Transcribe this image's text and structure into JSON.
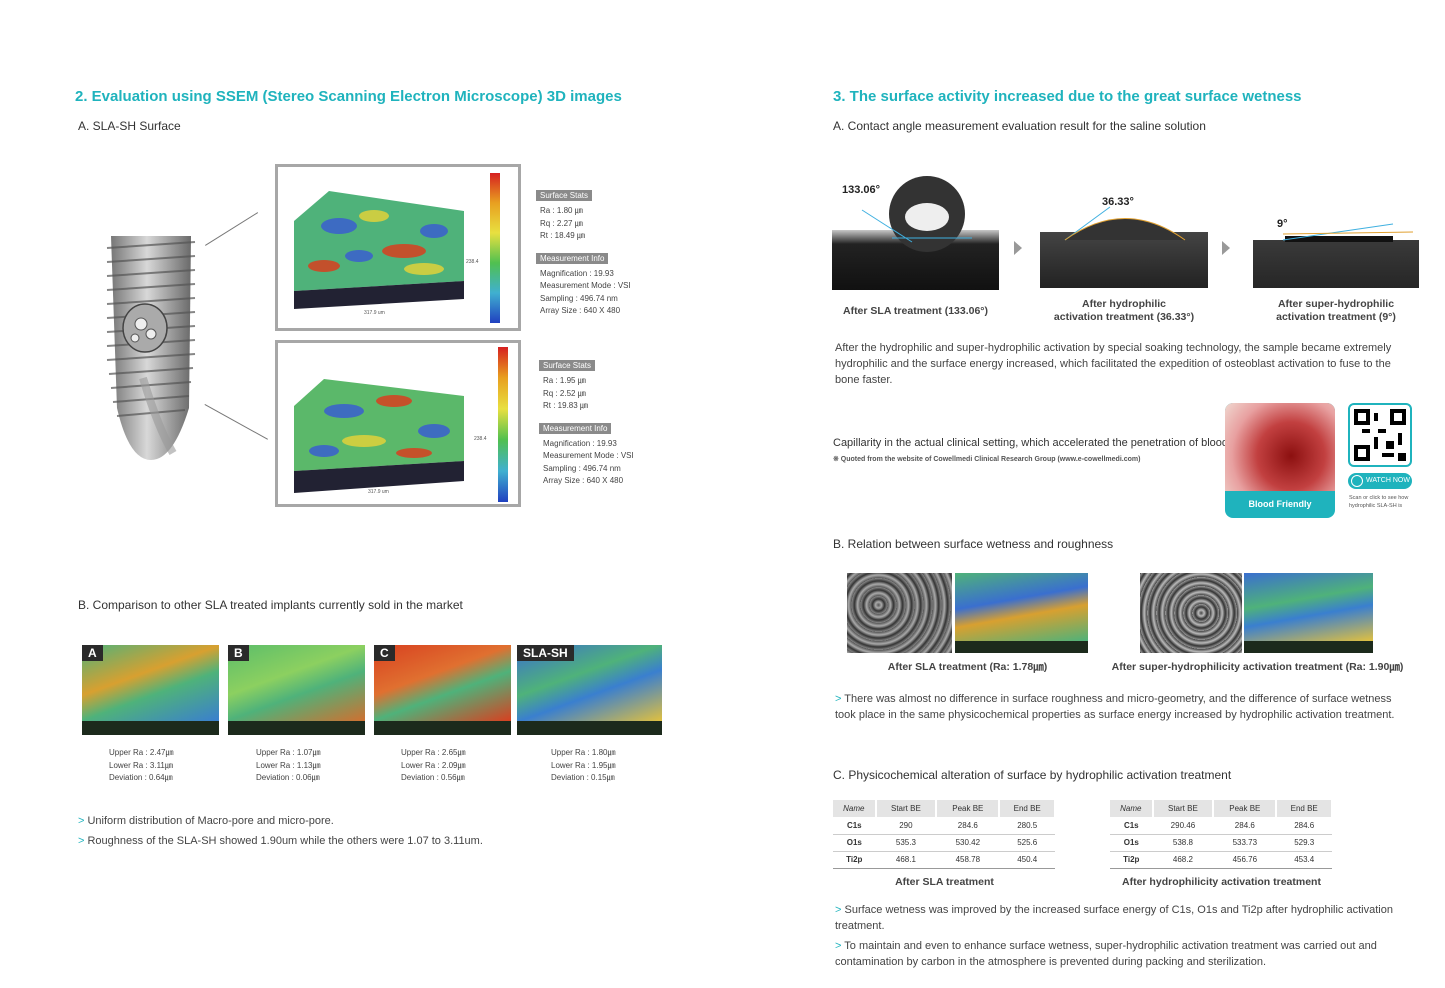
{
  "left": {
    "heading": "2. Evaluation using SSEM (Stereo Scanning Electron Microscope) 3D images",
    "subA": "A. SLA-SH Surface",
    "panels": [
      {
        "stats_title": "Surface Stats",
        "ra": "Ra : 1.80 ㎛",
        "rq": "Rq : 2.27 ㎛",
        "rt": "Rt : 18.49 ㎛",
        "info_title": "Measurement Info",
        "mag": "Magnification : 19.93",
        "mode": "Measurement Mode : VSI",
        "sampling": "Sampling : 496.74 nm",
        "array": "Array Size : 640 X 480",
        "x_label": "317.9 um",
        "y_label": "238.4"
      },
      {
        "stats_title": "Surface Stats",
        "ra": "Ra : 1.95 ㎛",
        "rq": "Rq : 2.52 ㎛",
        "rt": "Rt : 19.83 ㎛",
        "info_title": "Measurement Info",
        "mag": "Magnification : 19.93",
        "mode": "Measurement Mode : VSI",
        "sampling": "Sampling : 496.74 nm",
        "array": "Array Size : 640 X 480",
        "x_label": "317.9 um",
        "y_label": "238.4"
      }
    ],
    "subB": "B. Comparison to other SLA treated implants currently sold in the market",
    "compare": [
      {
        "label": "A",
        "upper": "Upper Ra : 2.47㎛",
        "lower": "Lower Ra : 3.11㎛",
        "dev": "Deviation : 0.64㎛"
      },
      {
        "label": "B",
        "upper": "Upper Ra : 1.07㎛",
        "lower": "Lower Ra : 1.13㎛",
        "dev": "Deviation : 0.06㎛"
      },
      {
        "label": "C",
        "upper": "Upper Ra : 2.65㎛",
        "lower": "Lower Ra : 2.09㎛",
        "dev": "Deviation : 0.56㎛"
      },
      {
        "label": "SLA-SH",
        "upper": "Upper Ra : 1.80㎛",
        "lower": "Lower Ra : 1.95㎛",
        "dev": "Deviation : 0.15㎛"
      }
    ],
    "bullets": [
      "Uniform distribution of Macro-pore and micro-pore.",
      "Roughness of the SLA-SH showed 1.90um while the others were 1.07 to 3.11um."
    ]
  },
  "right": {
    "heading": "3. The surface activity increased due to the great surface wetness",
    "subA": "A. Contact angle measurement evaluation result for the saline solution",
    "angles": [
      {
        "angle": "133.06°",
        "caption1": "After SLA treatment (133.06°)",
        "caption2": ""
      },
      {
        "angle": "36.33°",
        "caption1": "After hydrophilic",
        "caption2": "activation treatment (36.33°)"
      },
      {
        "angle": "9°",
        "caption1": "After super-hydrophilic",
        "caption2": "activation treatment (9°)"
      }
    ],
    "para1": "After the hydrophilic and super-hydrophilic activation by special soaking technology, the sample became extremely hydrophilic and the surface energy increased, which facilitated the expedition of osteoblast activation to fuse to the bone faster.",
    "capillary": "Capillarity in the actual clinical setting, which accelerated the penetration of blood.",
    "quote": "※ Quoted from the website of Cowellmedi Clinical Research Group (www.e-cowellmedi.com)",
    "blood_friendly": "Blood Friendly",
    "watch_now": "WATCH NOW",
    "scan_text": "Scan or click to see how hydrophilic SLA-SH is",
    "subB": "B. Relation between surface wetness and roughness",
    "rough_caption1": "After SLA treatment (Ra: 1.78㎛)",
    "rough_caption2": "After super-hydrophilicity activation treatment (Ra: 1.90㎛)",
    "bulletB": "There was almost no difference in surface roughness and micro-geometry, and the difference of surface wetness took place in the same physicochemical properties as surface energy increased by hydrophilic activation treatment.",
    "subC": "C. Physicochemical alteration of surface by hydrophilic activation treatment",
    "table_headers": [
      "Name",
      "Start BE",
      "Peak BE",
      "End BE"
    ],
    "table1": {
      "rows": [
        [
          "C1s",
          "290",
          "284.6",
          "280.5"
        ],
        [
          "O1s",
          "535.3",
          "530.42",
          "525.6"
        ],
        [
          "Ti2p",
          "468.1",
          "458.78",
          "450.4"
        ]
      ],
      "caption": "After SLA treatment"
    },
    "table2": {
      "rows": [
        [
          "C1s",
          "290.46",
          "284.6",
          "284.6"
        ],
        [
          "O1s",
          "538.8",
          "533.73",
          "529.3"
        ],
        [
          "Ti2p",
          "468.2",
          "456.76",
          "453.4"
        ]
      ],
      "caption": "After hydrophilicity activation treatment"
    },
    "bulletsC": [
      "Surface wetness was improved by the increased surface energy of C1s, O1s and Ti2p after hydrophilic activation treatment.",
      "To maintain and even to enhance surface wetness, super-hydrophilic activation treatment was carried out and contamination by carbon in the atmosphere is prevented during packing and sterilization."
    ]
  },
  "colors": {
    "accent": "#1fb3bd",
    "friendly": "#1fb3bd"
  }
}
